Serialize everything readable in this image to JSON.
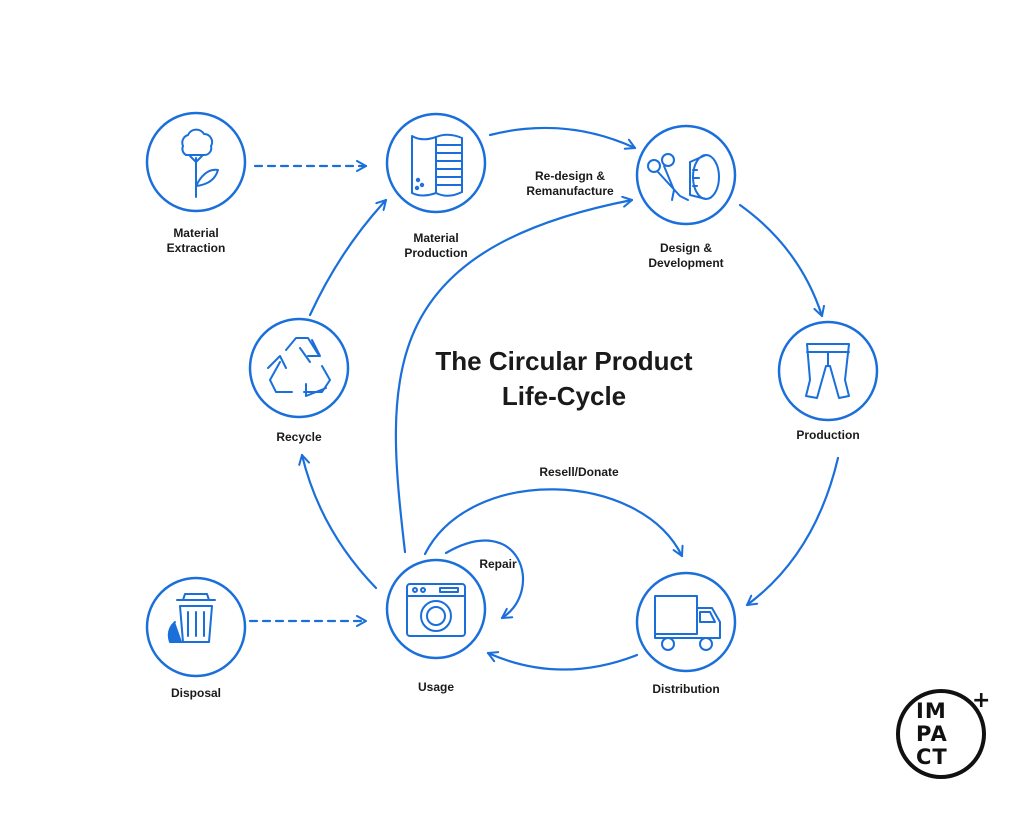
{
  "title": "The Circular Product\nLife-Cycle",
  "accent_color": "#1a6fdb",
  "stages": {
    "material_extraction": {
      "label": "Material\nExtraction",
      "icon": "cotton-plant-icon"
    },
    "material_production": {
      "label": "Material\nProduction",
      "icon": "fabric-roll-icon"
    },
    "design_development": {
      "label": "Design &\nDevelopment",
      "icon": "scissors-measuring-tape-icon"
    },
    "production": {
      "label": "Production",
      "icon": "trousers-icon"
    },
    "distribution": {
      "label": "Distribution",
      "icon": "delivery-truck-icon"
    },
    "usage": {
      "label": "Usage",
      "icon": "washing-machine-icon"
    },
    "disposal": {
      "label": "Disposal",
      "icon": "trash-bin-icon"
    },
    "recycle": {
      "label": "Recycle",
      "icon": "recycle-icon"
    }
  },
  "loops": {
    "redesign": "Re-design &\nRemanufacture",
    "resell": "Resell/Donate",
    "repair": "Repair"
  },
  "logo": {
    "line1": "IM",
    "line2": "PA",
    "line3": "CT",
    "plus": "+"
  }
}
